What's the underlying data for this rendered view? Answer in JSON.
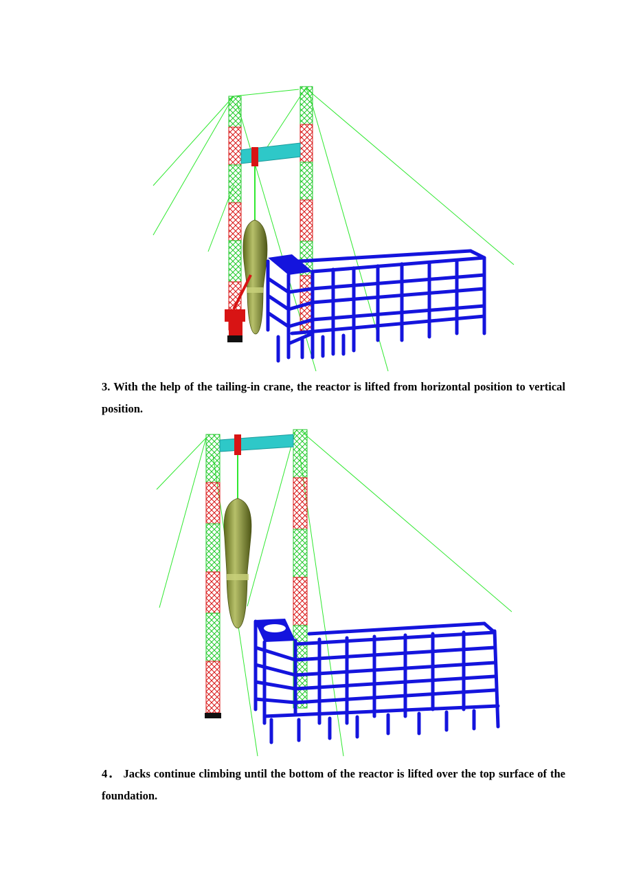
{
  "document": {
    "steps": [
      {
        "number": "3.",
        "text": "With the help of the tailing-in crane, the reactor is lifted from horizontal position to vertical position."
      },
      {
        "number": "4．",
        "text": "Jacks continue climbing until the bottom of the reactor is lifted over the top surface of the foundation."
      }
    ]
  },
  "colors": {
    "tower_green": "#22d42a",
    "tower_red": "#e01818",
    "structure_blue": "#1414dd",
    "beam_cyan": "#2ec8c8",
    "reactor_olive": "#8e9a3a",
    "guy_wire": "#2ee82e"
  }
}
